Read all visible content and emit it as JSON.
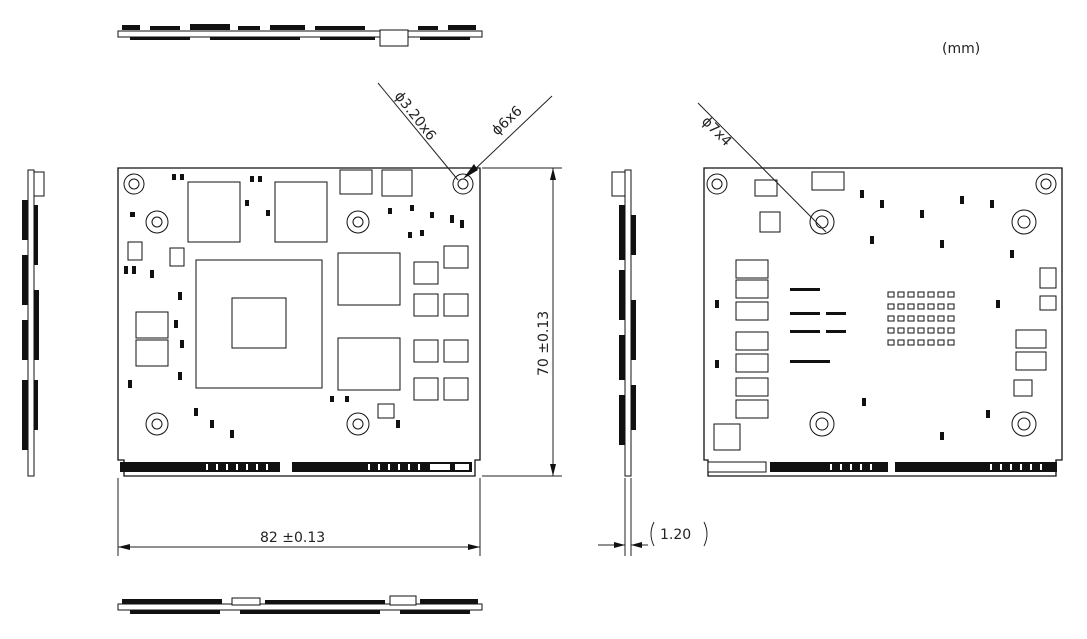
{
  "unit_label": "(mm)",
  "callouts": {
    "hole_small": "ϕ3.20x6",
    "hole_large": "ϕ6x6",
    "hole_back": "ϕ7x4"
  },
  "dimensions": {
    "width": "82 ±0.13",
    "height": "70 ±0.13",
    "thickness": "1.20"
  }
}
